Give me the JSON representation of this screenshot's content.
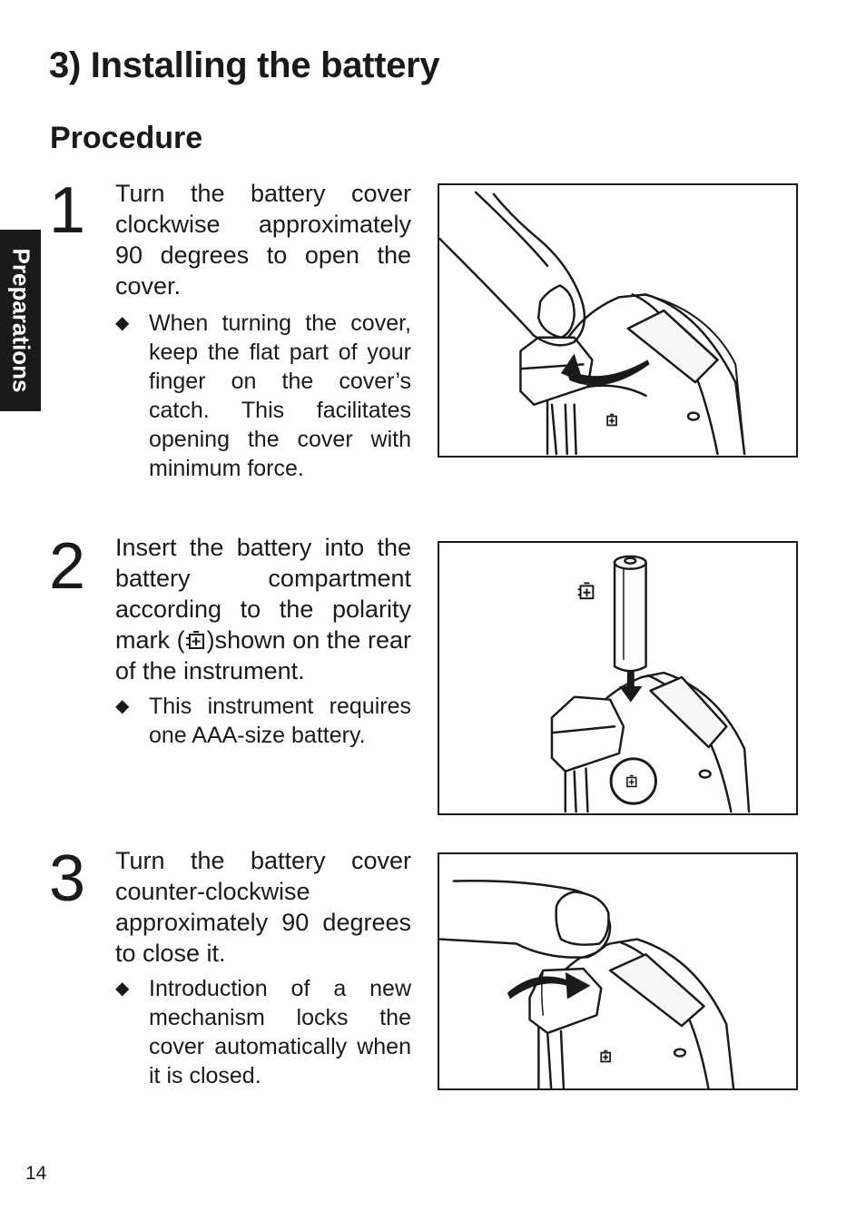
{
  "header": {
    "title": "3) Installing the battery",
    "subtitle": "Procedure"
  },
  "side_tab": {
    "label": "Preparations"
  },
  "steps": [
    {
      "number": "1",
      "text": "Turn the battery cover clockwise approximately 90 degrees to open the cover.",
      "note": "When turning the cover, keep the flat part of your finger on the cover’s catch. This facilitates opening the cover with minimum force."
    },
    {
      "number": "2",
      "text_before": "Insert the battery into the battery compartment according to the polarity mark (",
      "text_after": ")shown on the rear of the instrument.",
      "note": "This instrument requires one AAA-size battery."
    },
    {
      "number": "3",
      "text": "Turn the battery cover counter-clockwise approximately 90 degrees to close it.",
      "note": "Introduction of a new mechanism locks the cover automatically when it is closed."
    }
  ],
  "note_bullet": "◆",
  "icons": {
    "polarity": "battery-polarity-icon",
    "arrow": "rotation-arrow-icon"
  },
  "footer": {
    "page_number": "14"
  }
}
